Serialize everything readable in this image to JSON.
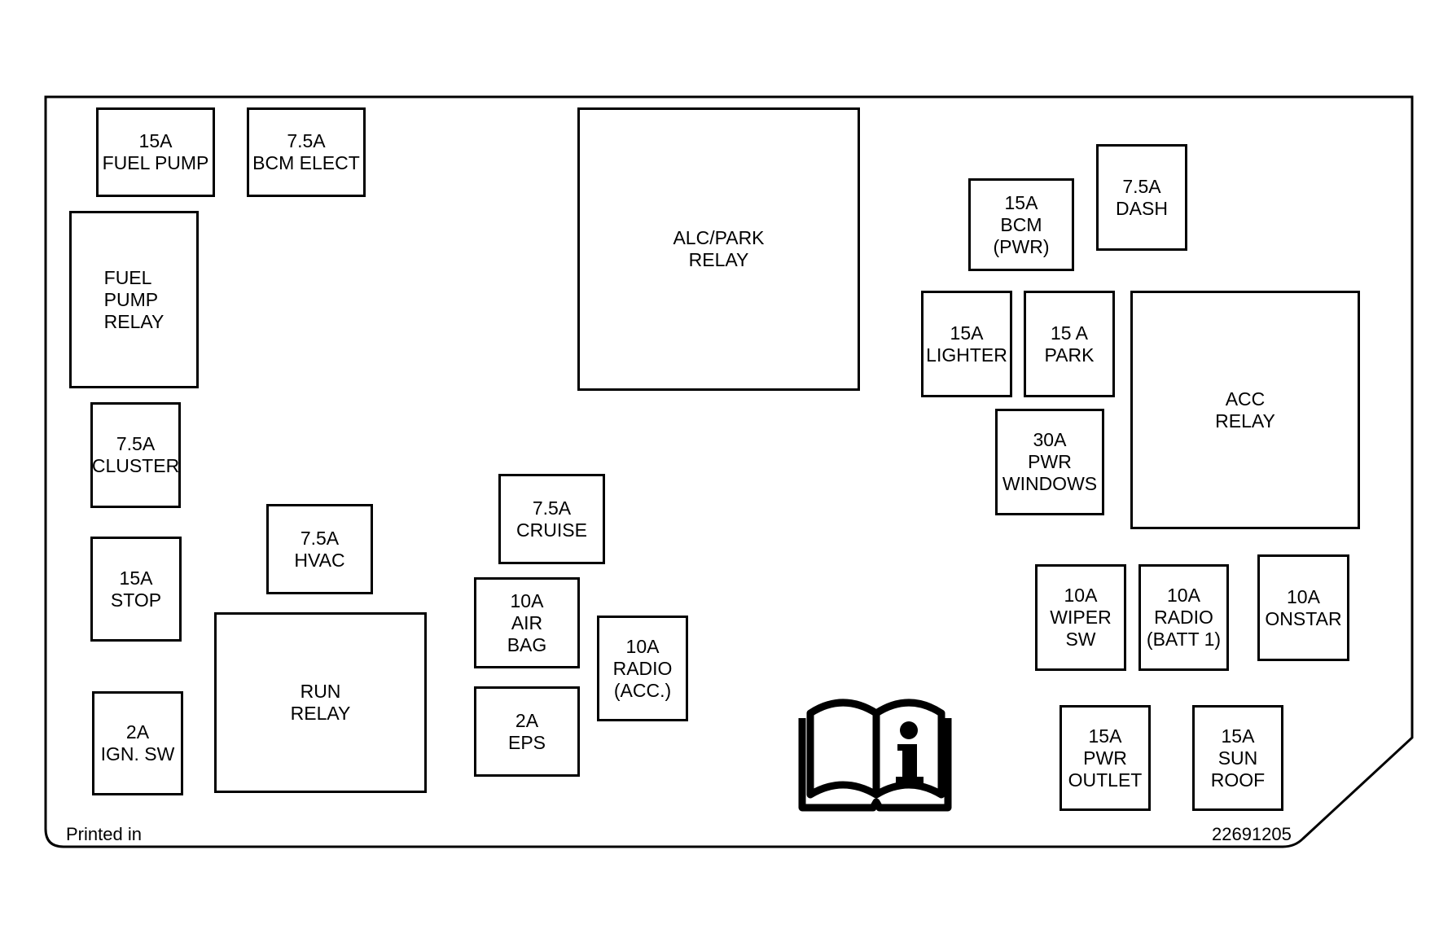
{
  "components": {
    "fuse_15a_fuel_pump": "15A\nFUEL PUMP",
    "fuse_75a_bcm_elect": "7.5A\nBCM ELECT",
    "fuel_pump_relay": "FUEL\nPUMP\nRELAY",
    "fuse_75a_cluster": "7.5A\nCLUSTER",
    "fuse_15a_stop": "15A\nSTOP",
    "fuse_2a_ign_sw": "2A\nIGN. SW",
    "fuse_75a_hvac": "7.5A\nHVAC",
    "run_relay": "RUN\nRELAY",
    "alc_park_relay": "ALC/PARK\nRELAY",
    "fuse_75a_cruise": "7.5A\nCRUISE",
    "fuse_10a_air_bag": "10A\nAIR\nBAG",
    "fuse_2a_eps": "2A\nEPS",
    "fuse_10a_radio_acc": "10A\nRADIO\n(ACC.)",
    "fuse_15a_bcm_pwr": "15A\nBCM\n(PWR)",
    "fuse_75a_dash": "7.5A\nDASH",
    "fuse_15a_lighter": "15A\nLIGHTER",
    "fuse_15a_park": "15 A\nPARK",
    "fuse_30a_pwr_windows": "30A\nPWR\nWINDOWS",
    "acc_relay": "ACC\nRELAY",
    "fuse_10a_wiper_sw": "10A\nWIPER\nSW",
    "fuse_10a_radio_batt1": "10A\nRADIO\n(BATT 1)",
    "fuse_10a_onstar": "10A\nONSTAR",
    "fuse_15a_pwr_outlet": "15A\nPWR\nOUTLET",
    "fuse_15a_sun_roof": "15A\nSUN\nROOF"
  },
  "footer": {
    "printed_in": "Printed in",
    "part_number": "22691205"
  },
  "icons": {
    "manual": "manual-info-icon"
  },
  "colors": {
    "line": "#000000",
    "background": "#ffffff"
  }
}
